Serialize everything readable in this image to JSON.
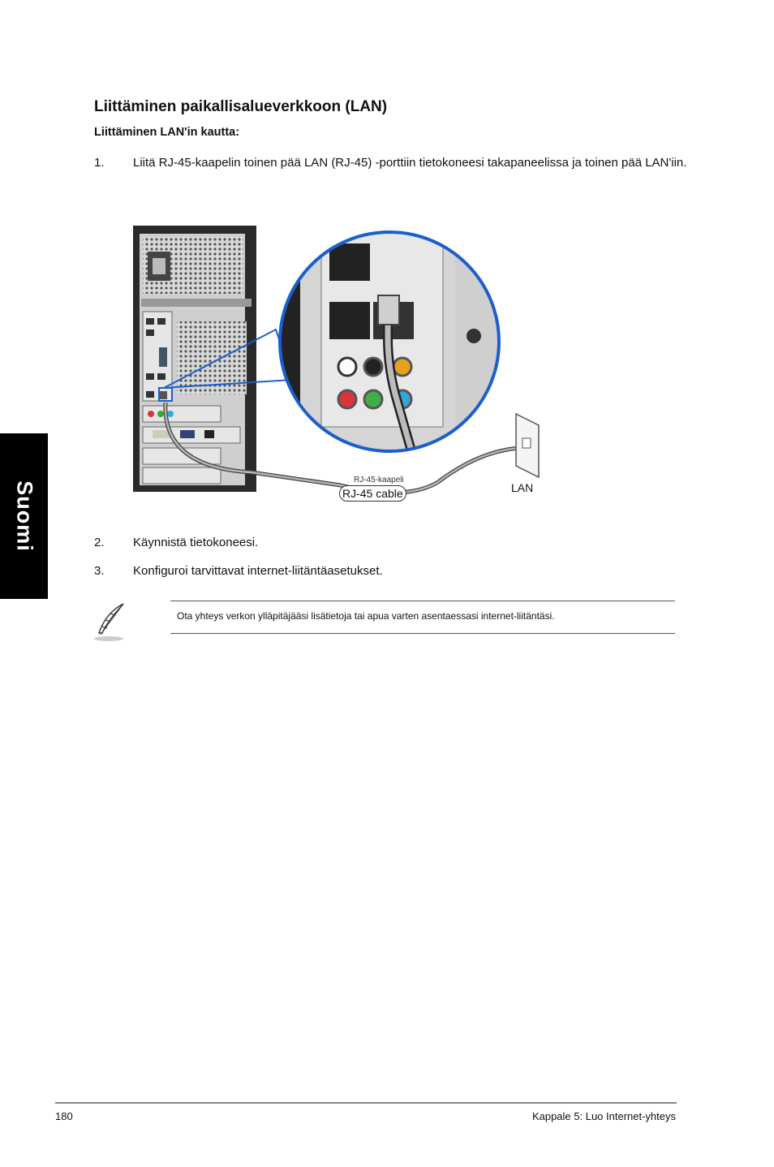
{
  "side_tab": {
    "label": "Suomi"
  },
  "section": {
    "title": "Liittäminen paikallisalueverkkoon (LAN)",
    "subtitle": "Liittäminen LAN'in kautta:"
  },
  "steps": [
    {
      "num": "1.",
      "text": "Liitä RJ-45-kaapelin toinen pää LAN (RJ-45) -porttiin tietokoneesi takapaneelissa ja toinen pää LAN'iin."
    },
    {
      "num": "2.",
      "text": "Käynnistä tietokoneesi."
    },
    {
      "num": "3.",
      "text": "Konfiguroi tarvittavat internet-liitäntäasetukset."
    }
  ],
  "figure": {
    "cable_label_small": "RJ-45-kaapeli",
    "cable_label": "RJ-45 cable",
    "lan_label": "LAN"
  },
  "note": {
    "icon": "quill-note-icon",
    "text": "Ota yhteys verkon ylläpitäjääsi lisätietoja tai apua varten asentaessasi internet-liitäntäsi."
  },
  "footer": {
    "page_number": "180",
    "chapter": "Kappale 5: Luo Internet-yhteys"
  }
}
